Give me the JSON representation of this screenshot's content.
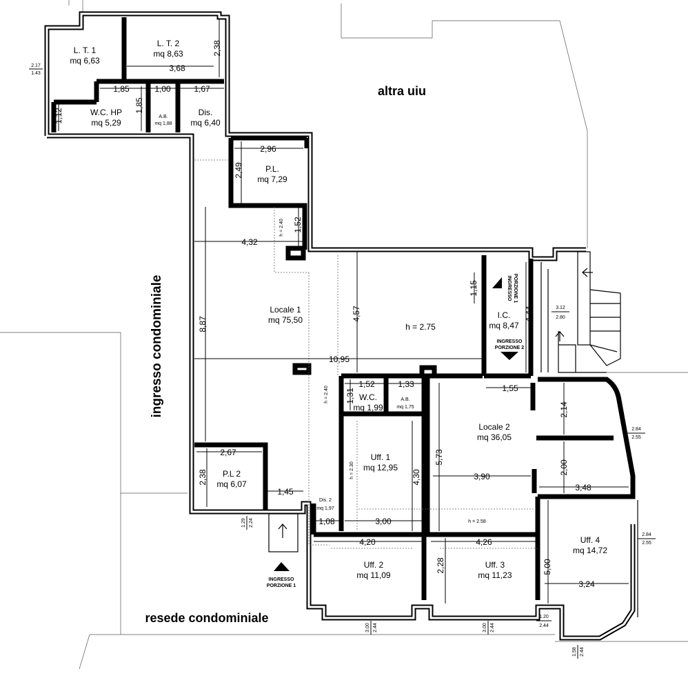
{
  "areas": {
    "other_unit": "altra uiu",
    "entrance_hall": "ingresso condominiale",
    "courtyard": "resede condominiale"
  },
  "rooms": {
    "lt1": {
      "name": "L. T. 1",
      "area": "mq 6,63"
    },
    "lt2": {
      "name": "L. T. 2",
      "area": "mq 8,63"
    },
    "wchp": {
      "name": "W.C. HP",
      "area": "mq 5,29"
    },
    "ab1": {
      "name": "A.B.",
      "area": "mq 1,88"
    },
    "dis": {
      "name": "Dis.",
      "area": "mq 6,40"
    },
    "pl": {
      "name": "P.L.",
      "area": "mq 7,29"
    },
    "locale1": {
      "name": "Locale 1",
      "area": "mq 75,50"
    },
    "ic": {
      "name": "I.C.",
      "area": "mq 8,47"
    },
    "wc": {
      "name": "W.C.",
      "area": "mq 1,99"
    },
    "ab2": {
      "name": "A.B.",
      "area": "mq 1,75"
    },
    "locale2": {
      "name": "Locale 2",
      "area": "mq 36,05"
    },
    "uff1": {
      "name": "Uff. 1",
      "area": "mq 12,95"
    },
    "pl2": {
      "name": "P.L 2",
      "area": "mq 6,07"
    },
    "dis2": {
      "name": "Dis. 2",
      "area": "mq 1,97"
    },
    "uff2": {
      "name": "Uff. 2",
      "area": "mq 11,09"
    },
    "uff3": {
      "name": "Uff. 3",
      "area": "mq 11,23"
    },
    "uff4": {
      "name": "Uff. 4",
      "area": "mq 14,72"
    }
  },
  "heights": {
    "h275": "h = 2.75",
    "h240a": "h = 2.40",
    "h240b": "h = 2.40",
    "h230": "h = 2.30",
    "h258": "h = 2.58"
  },
  "entrances": {
    "p1_top": {
      "line1": "INGRESSO",
      "line2": "PORZIONE 1"
    },
    "p1_bottom": {
      "line1": "INGRESSO",
      "line2": "PORZIONE 1"
    },
    "p2": {
      "line1": "INGRESSO",
      "line2": "PORZIONE 2"
    }
  },
  "dimensions": {
    "d368": "3,68",
    "d238a": "2,38",
    "d185a": "1,85",
    "d100": "1,00",
    "d167": "1,67",
    "d112": "1,12",
    "d185b": "1,85",
    "d296": "2,96",
    "d249": "2,49",
    "d152a": "1,52",
    "d432": "4,32",
    "d887": "8,87",
    "d457": "4,57",
    "d1095": "10,95",
    "d115": "1,15",
    "d444": "4,44",
    "d155": "1,55",
    "d152b": "1,52",
    "d133": "1,33",
    "d131": "1,31",
    "d214": "2,14",
    "d200": "2,00",
    "d348": "3,48",
    "d573": "5,73",
    "d390": "3,90",
    "d430": "4,30",
    "d267": "2,67",
    "d238b": "2,38",
    "d145": "1,45",
    "d108": "1,08",
    "d300": "3,00",
    "d420": "4,20",
    "d426": "4,26",
    "d228": "2,28",
    "d500": "5,00",
    "d324": "3,24"
  },
  "fractions": {
    "f_a": {
      "top": "2.17",
      "bottom": "1.43"
    },
    "f_b": {
      "top": "3.12",
      "bottom": "2.80"
    },
    "f_c": {
      "top": "2.84",
      "bottom": "2.55"
    },
    "f_d": {
      "top": "2.84",
      "bottom": "2.55"
    },
    "f_e": {
      "top": "1.29",
      "bottom": "2.24"
    },
    "f_f": {
      "top": "3.00",
      "bottom": "2.44"
    },
    "f_g": {
      "top": "3.00",
      "bottom": "2.44"
    },
    "f_h": {
      "top": "1.20",
      "bottom": "2.44"
    },
    "f_i": {
      "top": "1.58",
      "bottom": "2.44"
    }
  }
}
